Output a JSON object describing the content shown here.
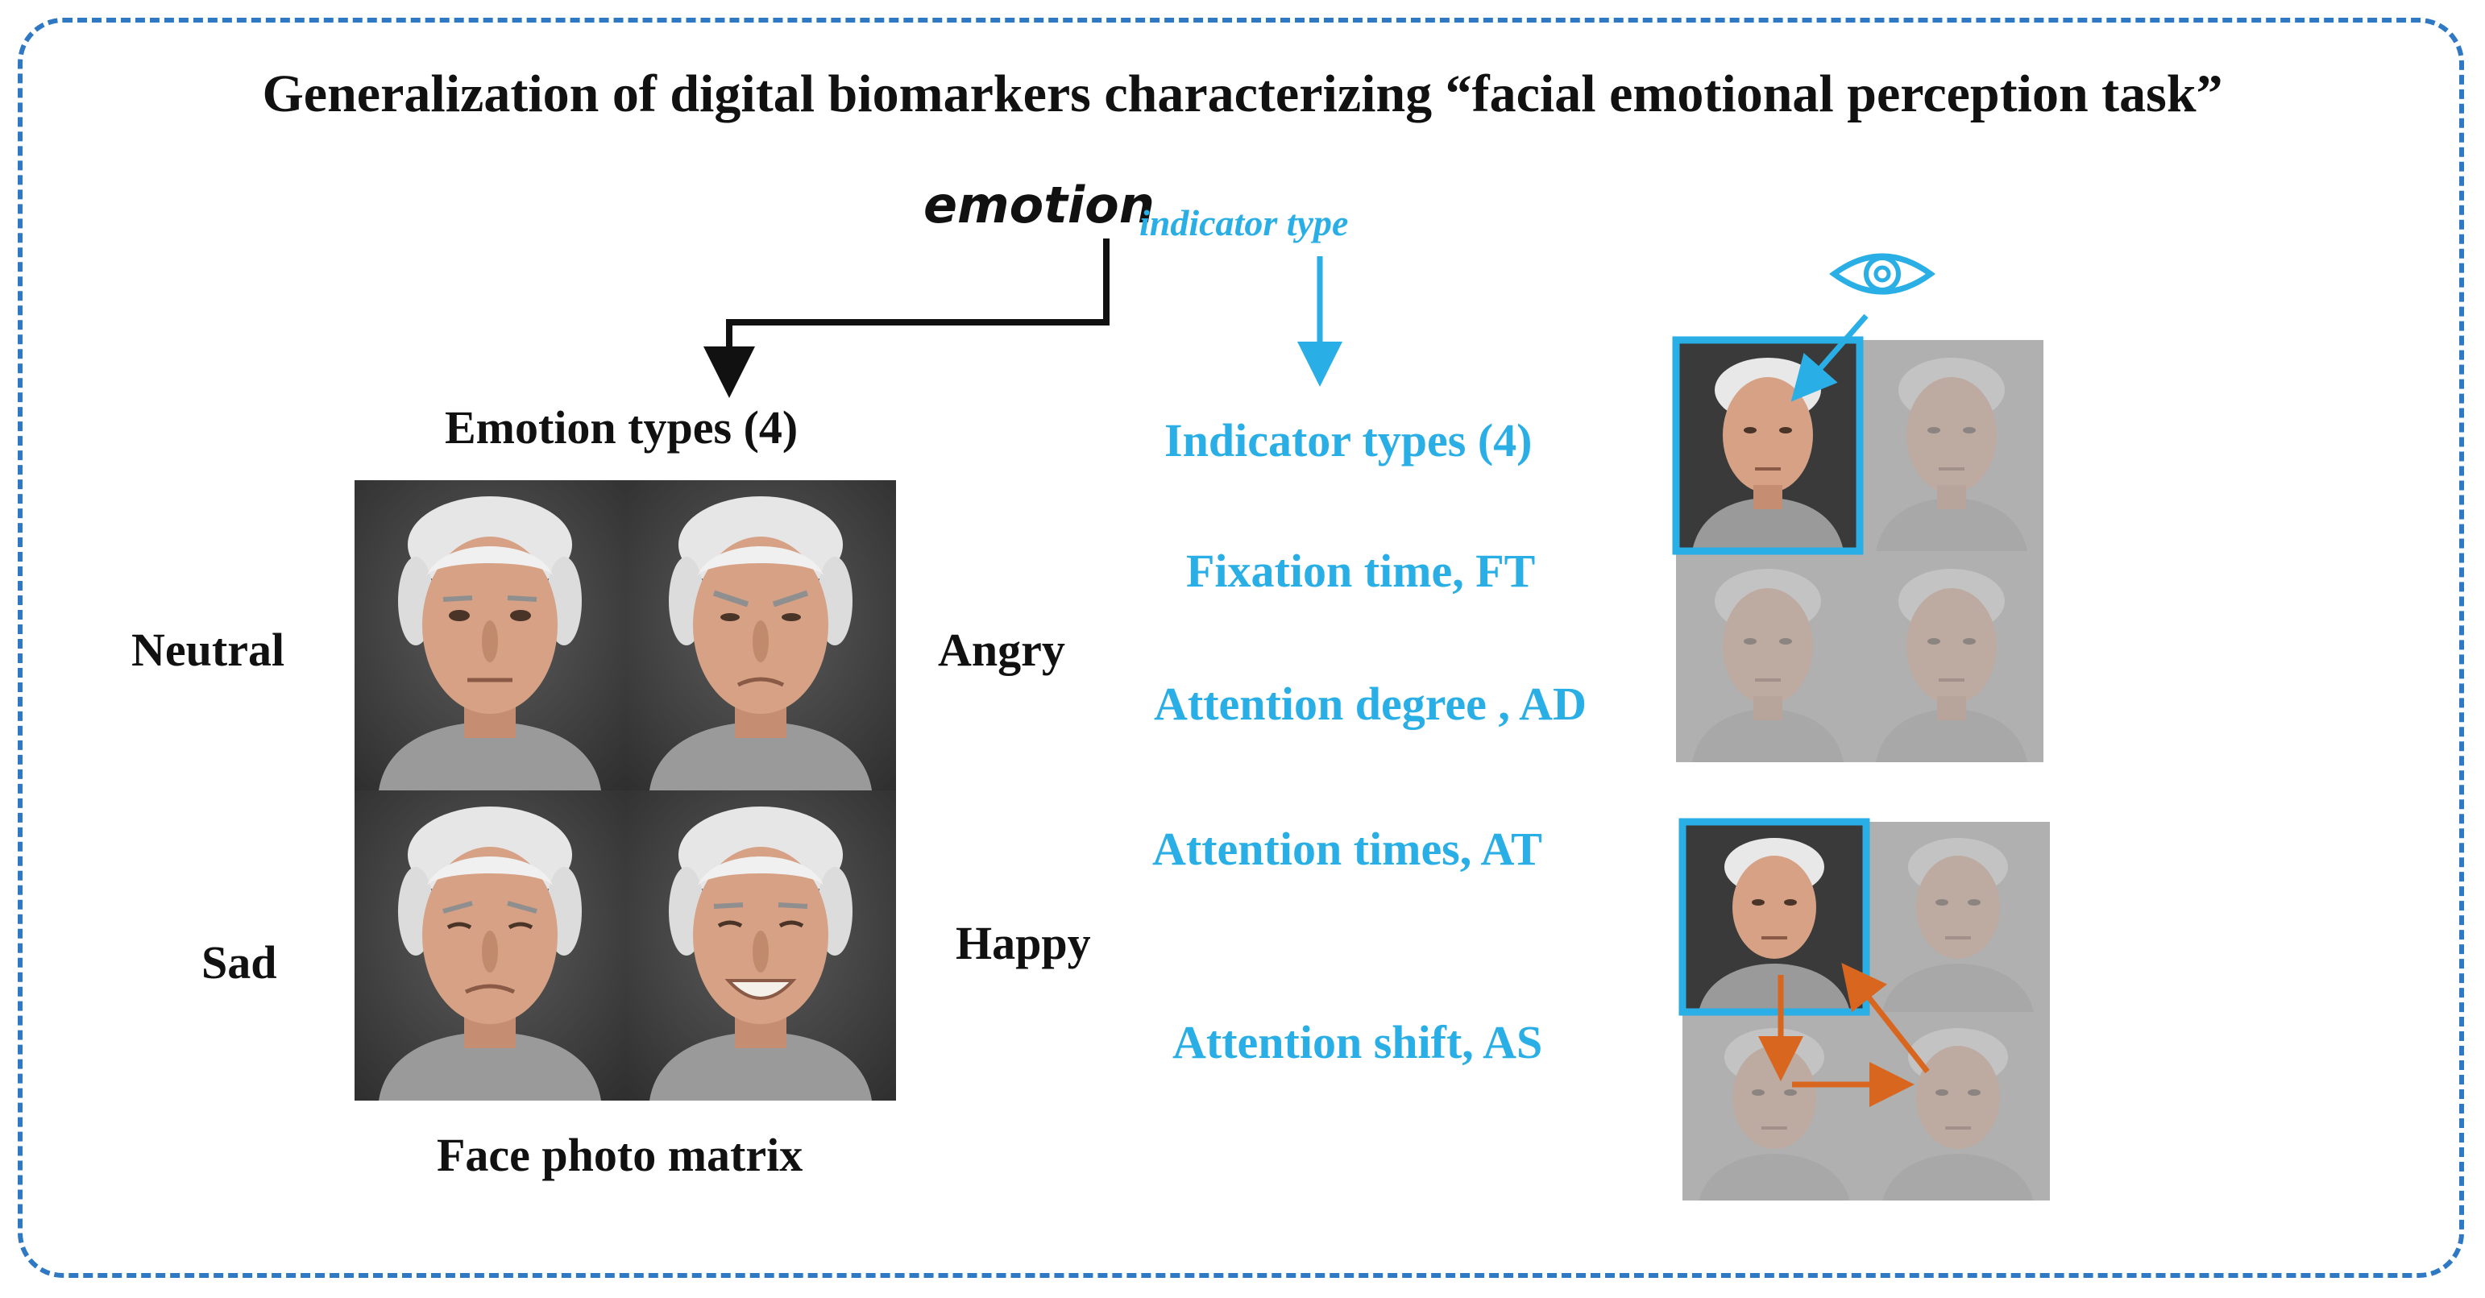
{
  "title": "Generalization of digital biomarkers characterizing “facial emotional perception task”",
  "formula": {
    "base": "emotion",
    "subscript": "indicator type"
  },
  "emotion_panel": {
    "heading": "Emotion types (4)",
    "caption": "Face photo matrix",
    "emotions": [
      {
        "label": "Neutral",
        "expression": "neutral"
      },
      {
        "label": "Angry",
        "expression": "angry"
      },
      {
        "label": "Sad",
        "expression": "sad"
      },
      {
        "label": "Happy",
        "expression": "happy"
      }
    ]
  },
  "indicator_panel": {
    "heading": "Indicator types (4)",
    "indicators": [
      "Fixation time, FT",
      "Attention degree , AD",
      "Attention times, AT",
      "Attention shift, AS"
    ]
  },
  "icons": {
    "eye": "eye-icon"
  },
  "colors": {
    "frame": "#2f78c4",
    "accent": "#29aee5",
    "arrow_shift": "#d9661f",
    "text": "#111111",
    "photo_bg": "#4a4a4a",
    "faded_photo_bg": "#b3b3b3"
  }
}
